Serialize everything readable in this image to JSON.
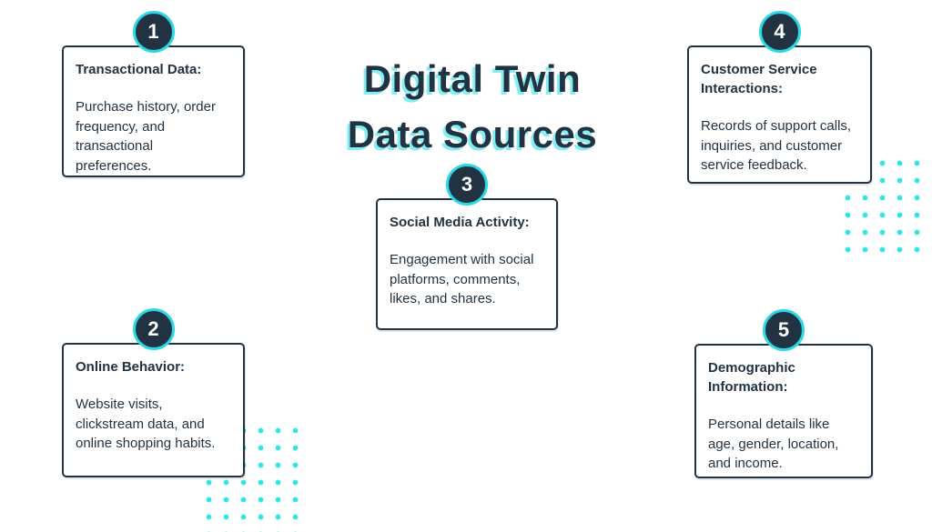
{
  "title": {
    "line1": "Digital Twin",
    "line2": "Data Sources"
  },
  "colors": {
    "dark_navy": "#213343",
    "accent_cyan": "#2EE6E2",
    "background": "#FFFFFF"
  },
  "cards": [
    {
      "number": "1",
      "heading": "Transactional Data:",
      "body": "Purchase history, order frequency, and transactional preferences."
    },
    {
      "number": "2",
      "heading": "Online Behavior:",
      "body": "Website visits, clickstream data, and online shopping habits."
    },
    {
      "number": "3",
      "heading": "Social Media Activity:",
      "body": "Engagement with social platforms, comments, likes, and shares."
    },
    {
      "number": "4",
      "heading": "Customer Service Interactions:",
      "body": "Records of support calls, inquiries, and customer service feedback."
    },
    {
      "number": "5",
      "heading": "Demographic Information:",
      "body": "Personal details like age, gender, location, and income."
    }
  ]
}
